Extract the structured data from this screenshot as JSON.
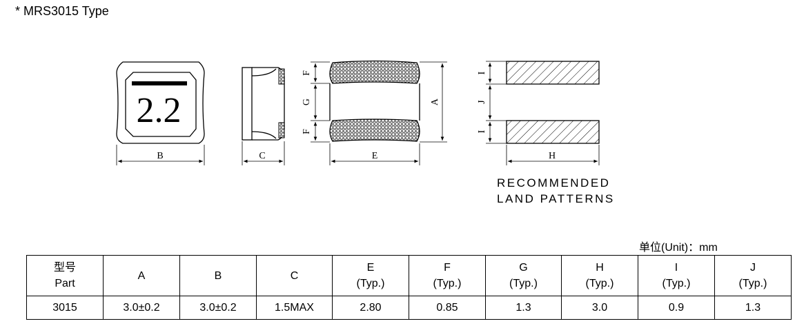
{
  "title": "* MRS3015 Type",
  "drawing": {
    "marking": "2.2",
    "dim_labels": {
      "top_width": "B",
      "side_width": "C",
      "electrode_width": "E",
      "height": "A",
      "electrode_f_top": "F",
      "gap": "G",
      "electrode_f_bottom": "F",
      "land_i_top": "I",
      "land_gap": "J",
      "land_i_bottom": "I",
      "land_width": "H"
    },
    "land_caption": [
      "RECOMMENDED",
      "LAND PATTERNS"
    ]
  },
  "unit_note": "单位(Unit)：mm",
  "table": {
    "header": [
      {
        "l1": "型号",
        "l2": "Part"
      },
      {
        "l1": "A",
        "l2": ""
      },
      {
        "l1": "B",
        "l2": ""
      },
      {
        "l1": "C",
        "l2": ""
      },
      {
        "l1": "E",
        "l2": "(Typ.)"
      },
      {
        "l1": "F",
        "l2": "(Typ.)"
      },
      {
        "l1": "G",
        "l2": "(Typ.)"
      },
      {
        "l1": "H",
        "l2": "(Typ.)"
      },
      {
        "l1": "I",
        "l2": "(Typ.)"
      },
      {
        "l1": "J",
        "l2": "(Typ.)"
      }
    ],
    "row": [
      "3015",
      "3.0±0.2",
      "3.0±0.2",
      "1.5MAX",
      "2.80",
      "0.85",
      "1.3",
      "3.0",
      "0.9",
      "1.3"
    ]
  }
}
